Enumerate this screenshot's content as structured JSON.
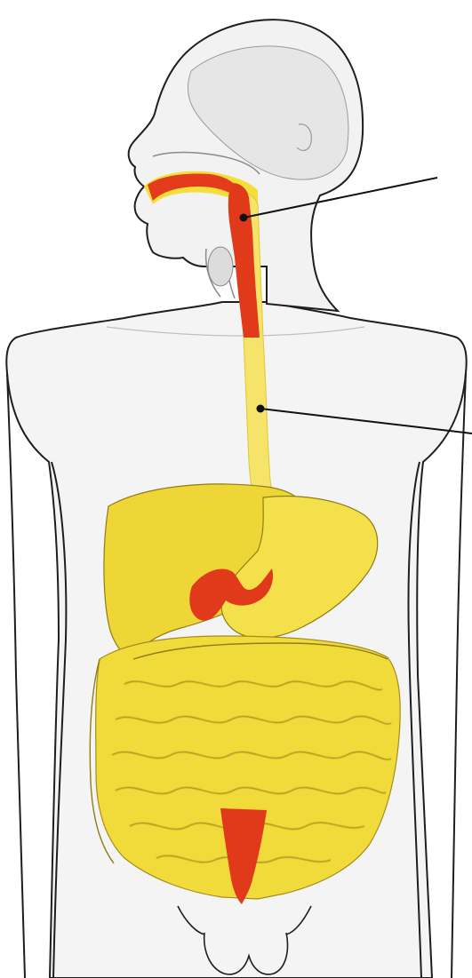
{
  "diagram": {
    "colors": {
      "background": "#ffffff",
      "skin": "#f3f3f3",
      "outline": "#1e1e1e",
      "organ_yellow": "#f2dc3a",
      "organ_yellow_light": "#f8ea6e",
      "organ_red": "#e13a1a",
      "leader_line": "#111111"
    },
    "leaders": [
      {
        "id": "pharynx-leader",
        "points_to": "pharynx"
      },
      {
        "id": "esophagus-leader",
        "points_to": "esophagus"
      }
    ],
    "highlighted_organs": [
      "mouth",
      "pharynx",
      "stomach-portion",
      "rectum"
    ]
  }
}
